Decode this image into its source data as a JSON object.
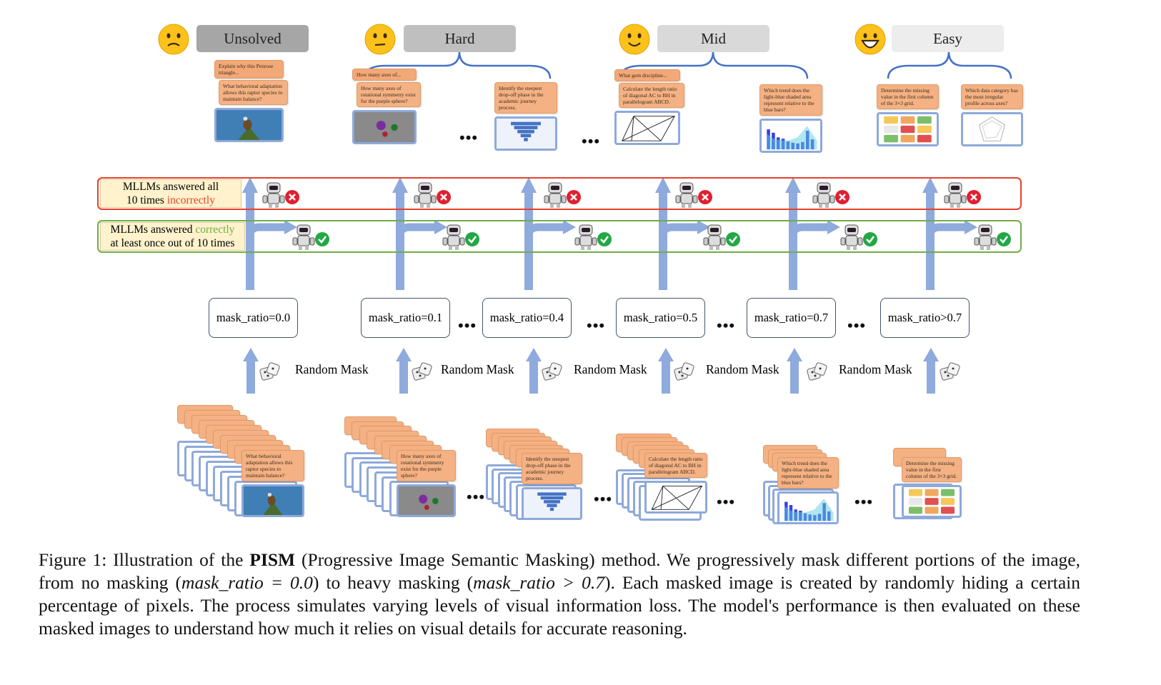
{
  "difficulty_levels": [
    {
      "label": "Unsolved",
      "emoji": "slightly-frowning-face",
      "color": "#a6a6a6"
    },
    {
      "label": "Hard",
      "emoji": "frowning-face",
      "color": "#bfbfbf"
    },
    {
      "label": "Mid",
      "emoji": "slightly-smiling-face",
      "color": "#d9d9d9"
    },
    {
      "label": "Easy",
      "emoji": "grinning-face",
      "color": "#ededed"
    }
  ],
  "top_examples": [
    {
      "question": "What behavioral adaptation allows this raptor species to maintain balance?",
      "behind": "Explain why this Penrose triangle...",
      "image": "bird-photo"
    },
    {
      "question": "How many axes of rotational symmetry exist for the purple sphere?",
      "behind": "How many axes of...",
      "image": "3d-objects-render"
    },
    {
      "question": "Identify the steepest drop-off phase in the academic journey process.",
      "image": "funnel-chart"
    },
    {
      "question": "Calculate the length ratio of diagonal AC to BH in parallelogram ABCD.",
      "behind": "What gem discipline...",
      "image": "parallelogram-geometry"
    },
    {
      "question": "Which trend does the light-blue shaded area represent relative to the blue bars?",
      "image": "bar-chart"
    },
    {
      "question": "Determine the missing value in the first column of the 3×3 grid.",
      "image": "number-grid"
    },
    {
      "question": "Which data category has the most irregular profile across axes?",
      "image": "radar-chart"
    }
  ],
  "ellipsis": "•••",
  "rows": {
    "incorrect": {
      "line1": "MLLMs answered all",
      "line2_prefix": "10 times ",
      "line2_highlight": "incorrectly",
      "color": "#e8412c"
    },
    "correct": {
      "line1_prefix": "MLLMs answered ",
      "line1_highlight": "correctly",
      "line2": "at least once out of 10 times",
      "color": "#70ad47"
    }
  },
  "mask_ratios": [
    "mask_ratio=0.0",
    "mask_ratio=0.1",
    "mask_ratio=0.4",
    "mask_ratio=0.5",
    "mask_ratio=0.7",
    "mask_ratio>0.7"
  ],
  "random_mask_label": "Random Mask",
  "arrow_color": "#8faadc",
  "caption": {
    "prefix": "Figure 1: Illustration of the ",
    "bold": "PISM",
    "part1": " (Progressive Image Semantic Masking) method. We progressively mask different portions of the image, from no masking (",
    "math1": "mask_ratio = 0.0",
    "part2": ") to heavy masking (",
    "math2": "mask_ratio > 0.7",
    "part3": "). Each masked image is created by randomly hiding a certain percentage of pixels. The process simulates varying levels of visual information loss. The model's performance is then evaluated on these masked images to understand how much it relies on visual details for accurate reasoning."
  }
}
